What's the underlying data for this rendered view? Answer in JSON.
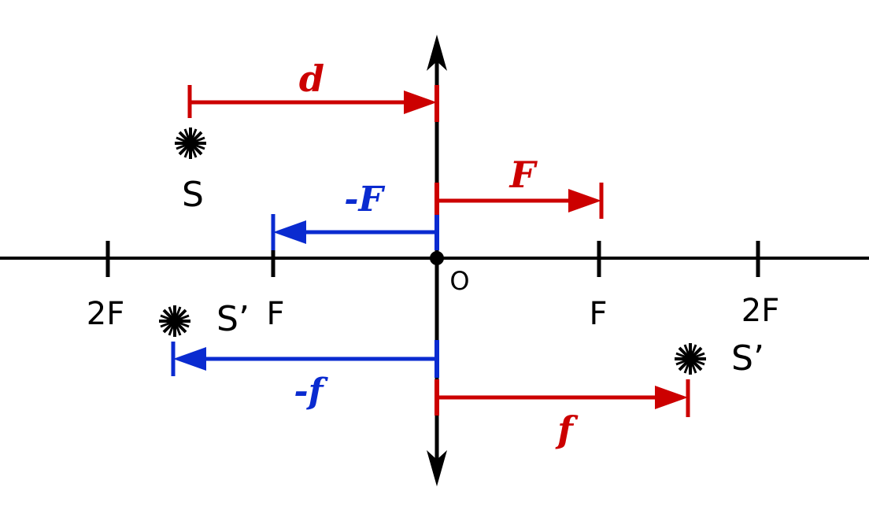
{
  "axis_labels": {
    "two_f_left": "2F",
    "f_left": "F",
    "origin": "O",
    "f_right": "F",
    "two_f_right": "2F"
  },
  "points": {
    "source": "S",
    "image_virtual": "S’",
    "image_real": "S’"
  },
  "distances": {
    "object": "d",
    "focal_positive": "F",
    "focal_negative": "-F",
    "image_negative": "-f",
    "image_positive": "f"
  },
  "colors": {
    "axis": "#000000",
    "positive": "#cc0000",
    "negative": "#0a2bd0"
  },
  "icons": {
    "source_point": "asterisk-star-icon",
    "image_point": "asterisk-star-icon",
    "lens_arrow": "double-arrow-icon"
  }
}
